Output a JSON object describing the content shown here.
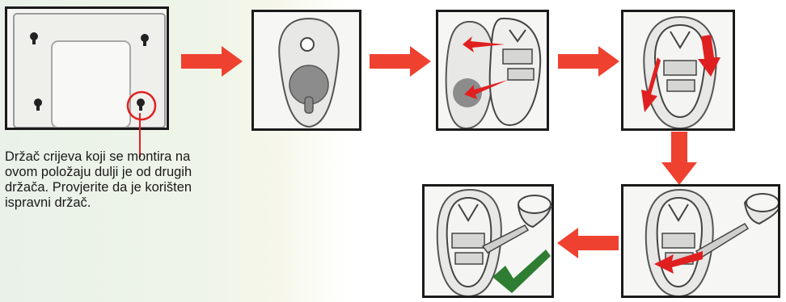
{
  "note_lines": [
    "Držač crijeva koji se montira na",
    "ovom položaju dulji je od drugih",
    "držača. Provjerite da je korišten",
    "ispravni držač."
  ],
  "colors": {
    "arrow": "#ef4130",
    "check": "#2e7d32",
    "frame_border": "#1a1a1a",
    "panel_bg": "#e9f1e9"
  },
  "icons": [
    "hose-holder-location-icon",
    "holder-plate-icon",
    "clip-attach-icon",
    "slide-down-icon",
    "hose-insert-icon",
    "check-mark-icon"
  ]
}
